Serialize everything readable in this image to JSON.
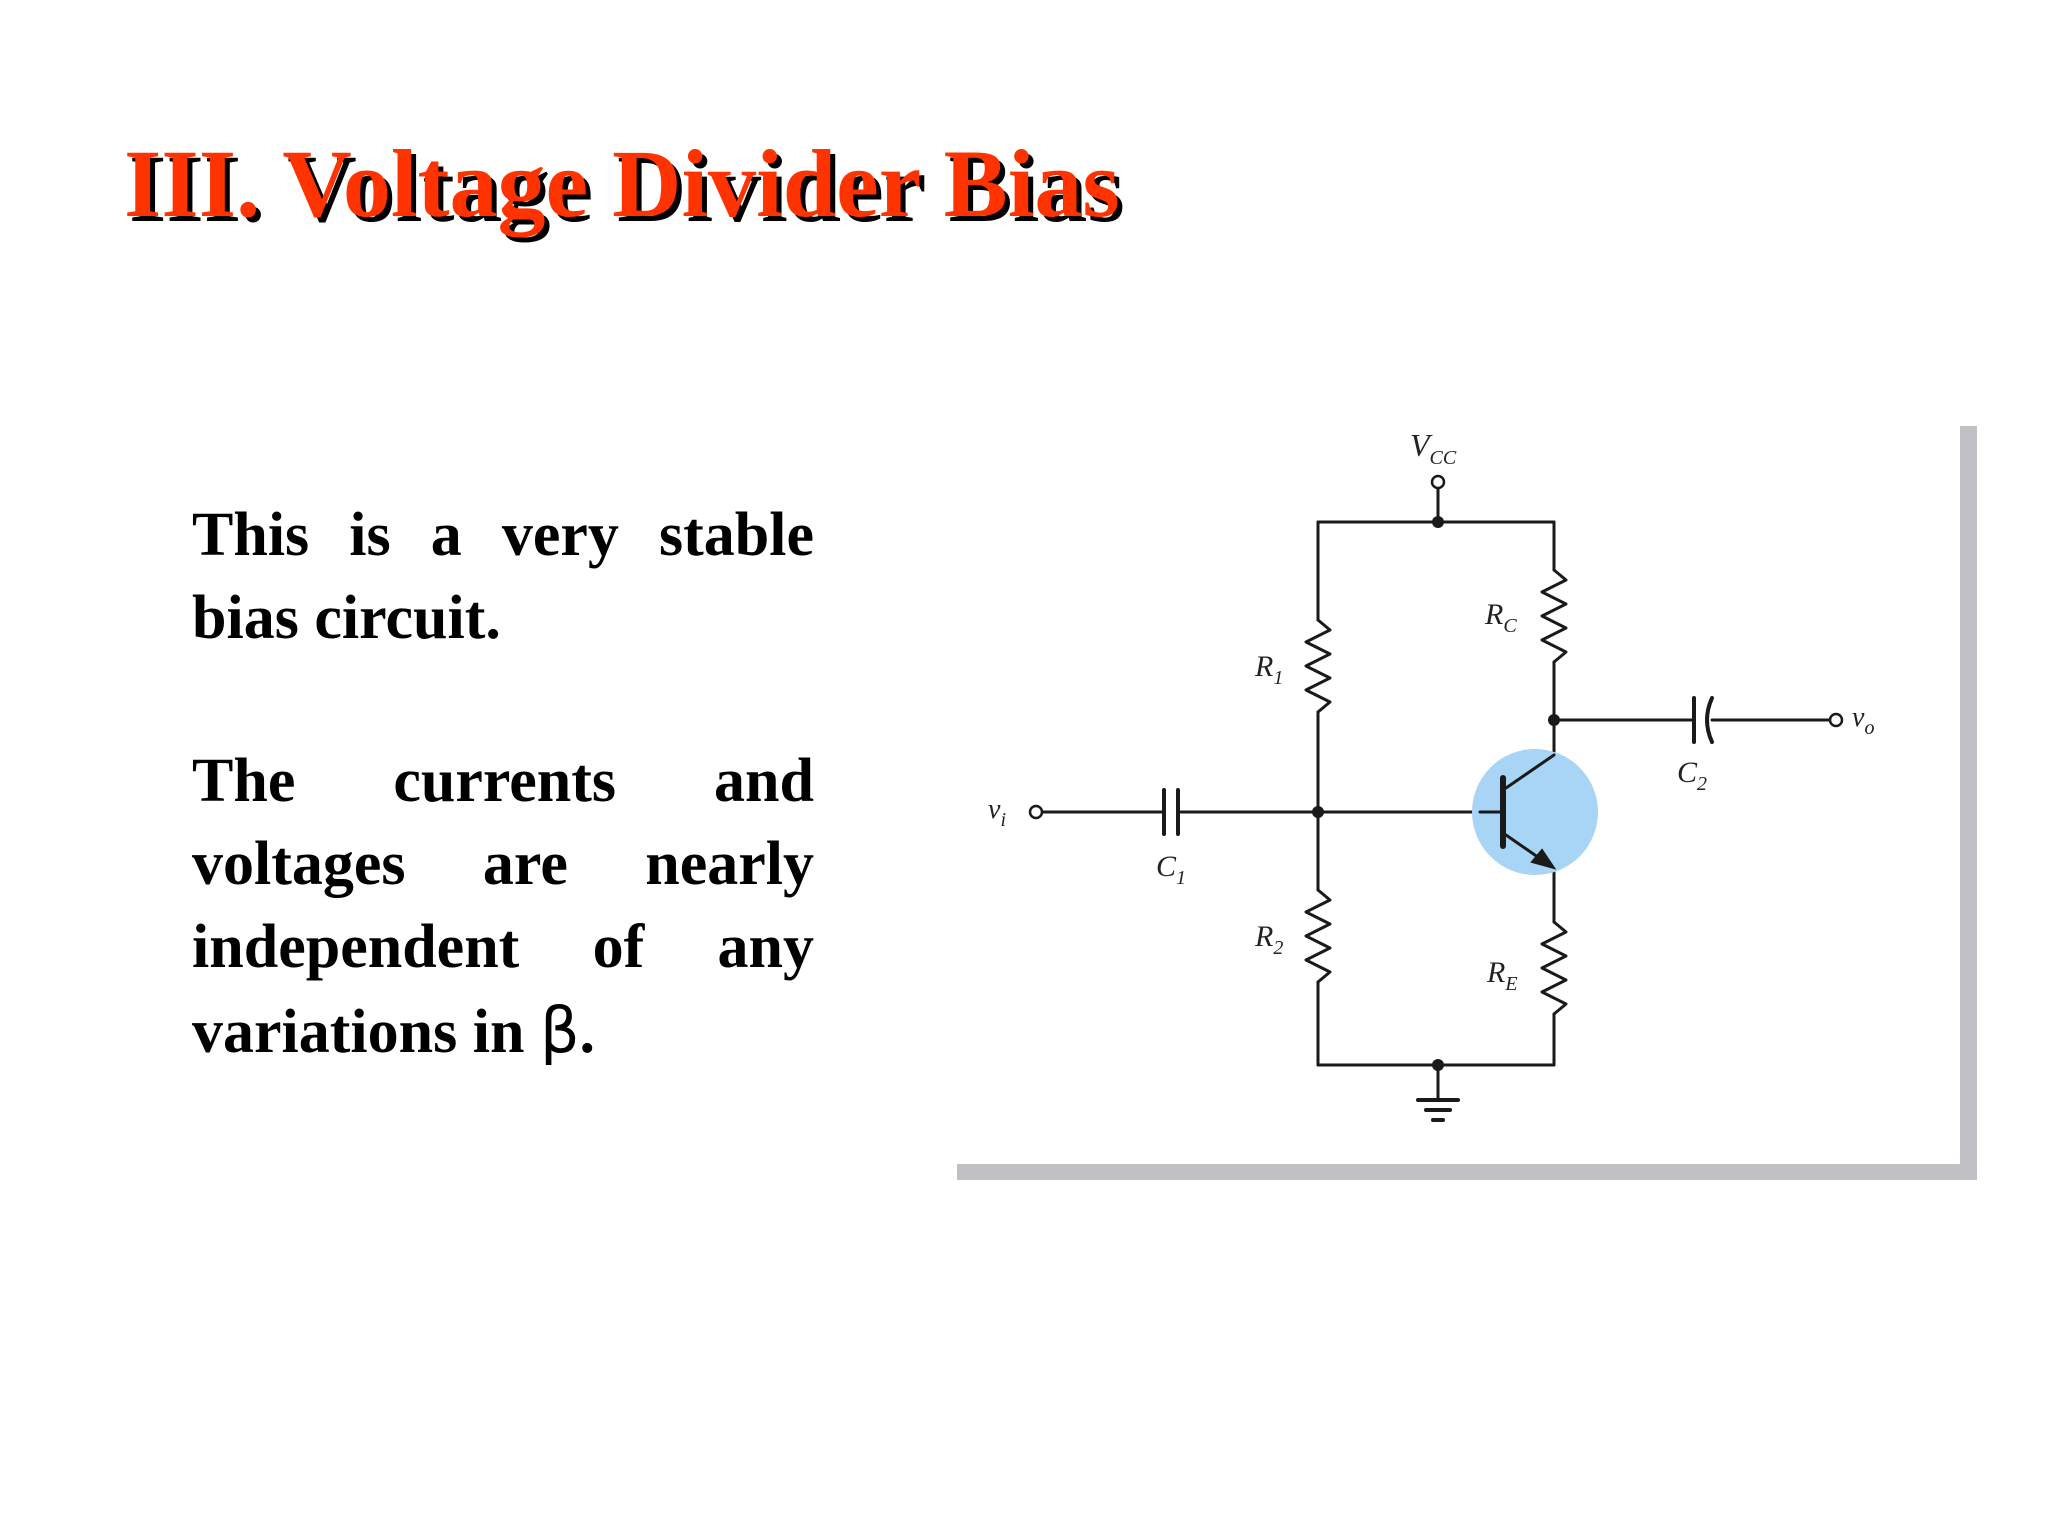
{
  "slide": {
    "title": "III. Voltage Divider Bias",
    "paragraphs": [
      {
        "text": "This is a very stable bias circuit."
      },
      {
        "text_before": "The currents and voltages are nearly independent of any variations in ",
        "symbol": "β",
        "text_after": "."
      }
    ]
  },
  "circuit": {
    "labels": {
      "vcc": "V",
      "vcc_sub": "CC",
      "r1": "R",
      "r1_sub": "1",
      "r2": "R",
      "r2_sub": "2",
      "rc": "R",
      "rc_sub": "C",
      "re": "R",
      "re_sub": "E",
      "c1": "C",
      "c1_sub": "1",
      "c2": "C",
      "c2_sub": "2",
      "vi": "v",
      "vi_sub": "i",
      "vo": "v",
      "vo_sub": "o"
    },
    "colors": {
      "wire": "#1a1a1a",
      "transistor_highlight": "#a8d4f5",
      "title": "#ff3300",
      "frame_shadow": "#c0c0c5"
    }
  }
}
